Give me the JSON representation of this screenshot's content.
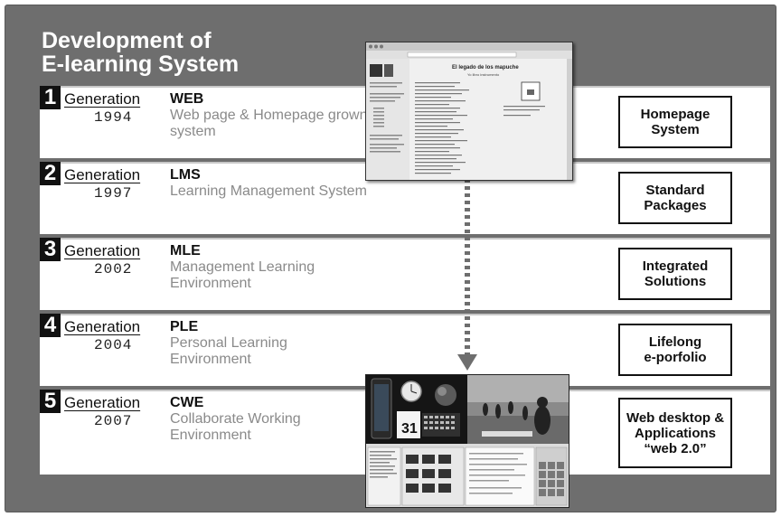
{
  "title_line1": "Development of",
  "title_line2": "E-learning System",
  "generations": [
    {
      "num": "1",
      "label": "Generation",
      "year": "1994",
      "abbr": "WEB",
      "desc": "Web page & Homepage grown system",
      "box": "Homepage\nSystem"
    },
    {
      "num": "2",
      "label": "Generation",
      "year": "1997",
      "abbr": "LMS",
      "desc": "Learning Management System",
      "box": "Standard\nPackages"
    },
    {
      "num": "3",
      "label": "Generation",
      "year": "2002",
      "abbr": "MLE",
      "desc": "Management Learning Environment",
      "box": "Integrated\nSolutions"
    },
    {
      "num": "4",
      "label": "Generation",
      "year": "2004",
      "abbr": "PLE",
      "desc": "Personal Learning Environment",
      "box": "Lifelong\ne-porfolio"
    },
    {
      "num": "5",
      "label": "Generation",
      "year": "2007",
      "abbr": "CWE",
      "desc": "Collaborate Working Environment",
      "box": "Web desktop &\nApplications\n“web 2.0”"
    }
  ],
  "screenshot1": {
    "heading": "El legado de los mapuche",
    "subheading": "Yo libro instrumento"
  },
  "screenshot2": {
    "calendar_day": "31"
  }
}
